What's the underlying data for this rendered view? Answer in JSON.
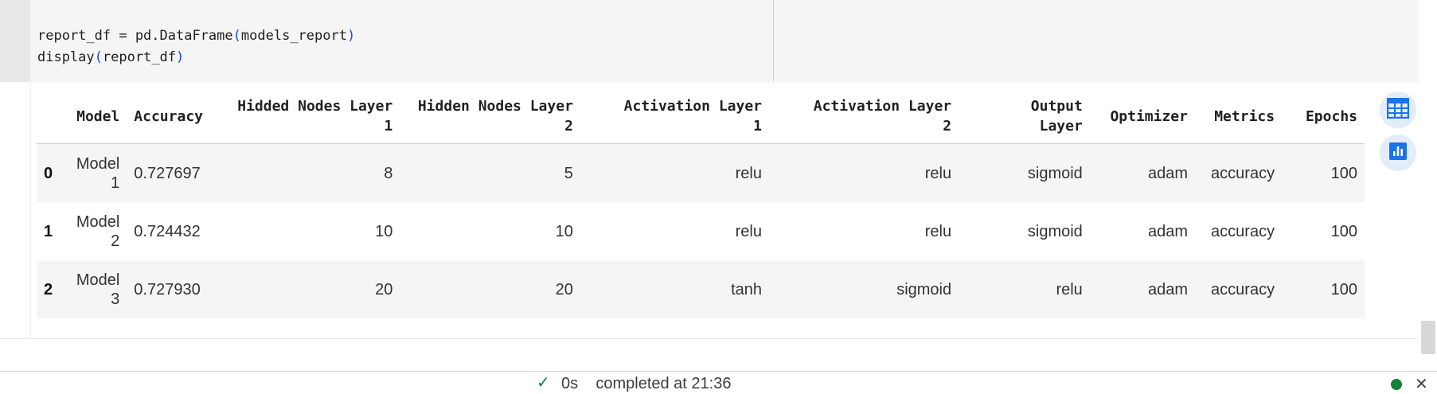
{
  "code": {
    "line1": {
      "var": "report_df = pd.DataFrame",
      "open": "(",
      "arg": "models_report",
      "close": ")"
    },
    "line2": {
      "fn": "display",
      "open": "(",
      "arg": "report_df",
      "close": ")"
    }
  },
  "table": {
    "columns": [
      {
        "line1": "Model",
        "line2": ""
      },
      {
        "line1": "Accuracy",
        "line2": ""
      },
      {
        "line1": "Hidded Nodes Layer",
        "line2": "1"
      },
      {
        "line1": "Hidden Nodes Layer",
        "line2": "2"
      },
      {
        "line1": "Activation Layer",
        "line2": "1"
      },
      {
        "line1": "Activation Layer",
        "line2": "2"
      },
      {
        "line1": "Output",
        "line2": "Layer"
      },
      {
        "line1": "Optimizer",
        "line2": ""
      },
      {
        "line1": "Metrics",
        "line2": ""
      },
      {
        "line1": "Epochs",
        "line2": ""
      }
    ],
    "rows": [
      {
        "index": "0",
        "model_line1": "Model",
        "model_line2": "1",
        "cells": [
          "0.727697",
          "8",
          "5",
          "relu",
          "relu",
          "sigmoid",
          "adam",
          "accuracy",
          "100"
        ]
      },
      {
        "index": "1",
        "model_line1": "Model",
        "model_line2": "2",
        "cells": [
          "0.724432",
          "10",
          "10",
          "relu",
          "relu",
          "sigmoid",
          "adam",
          "accuracy",
          "100"
        ]
      },
      {
        "index": "2",
        "model_line1": "Model",
        "model_line2": "3",
        "cells": [
          "0.727930",
          "20",
          "20",
          "tanh",
          "sigmoid",
          "relu",
          "adam",
          "accuracy",
          "100"
        ]
      }
    ]
  },
  "side_buttons": {
    "table_icon": "table-icon",
    "chart_icon": "bar-chart-icon",
    "accent_color": "#1a73e8"
  },
  "status_bar": {
    "check_icon": "check-icon",
    "text": "0s    completed at 21:36",
    "close_icon": "close-icon"
  }
}
